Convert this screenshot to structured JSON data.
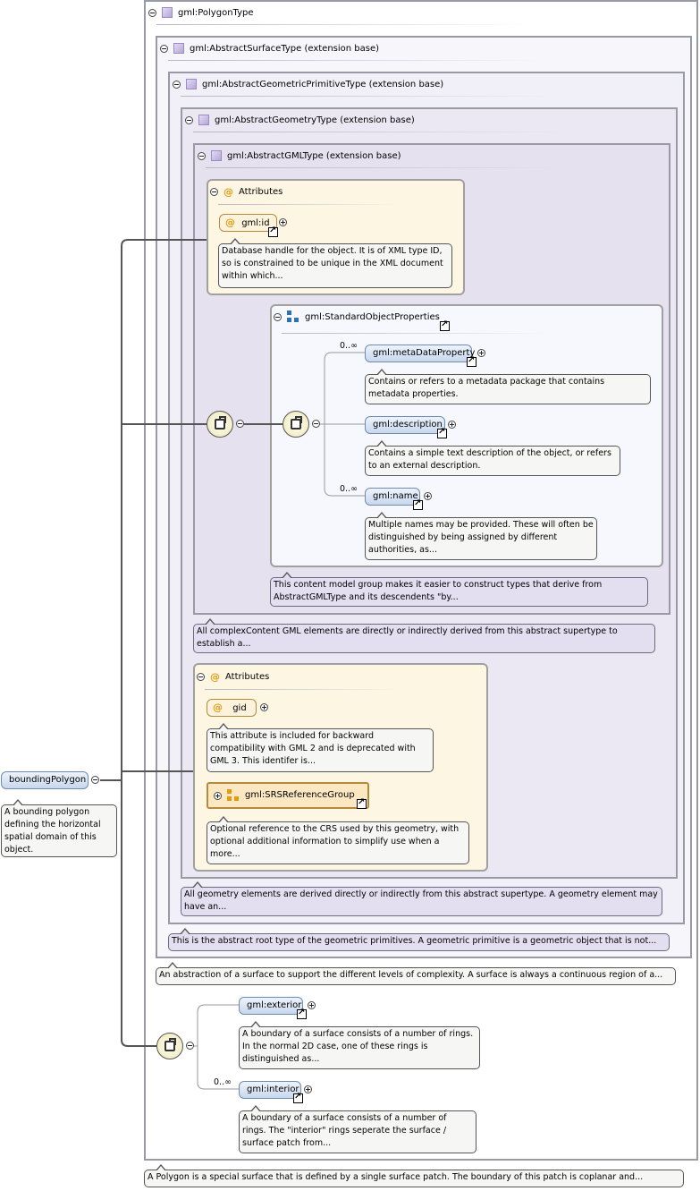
{
  "root_element": {
    "name": "boundingPolygon",
    "description": "A bounding polygon defining the horizontal spatial domain of this object."
  },
  "types": {
    "polygon": "gml:PolygonType",
    "abstract_surface": "gml:AbstractSurfaceType (extension base)",
    "abstract_geometric_primitive": "gml:AbstractGeometricPrimitiveType (extension base)",
    "abstract_geometry": "gml:AbstractGeometryType (extension base)",
    "abstract_gml": "gml:AbstractGMLType (extension base)"
  },
  "gml_attributes": {
    "header": "Attributes",
    "id": {
      "name": "gml:id",
      "description": "Database handle for the object. It is of XML type ID, so is constrained to be unique in the XML document within which..."
    }
  },
  "standard_object_properties": {
    "name": "gml:StandardObjectProperties",
    "description": "This content model group makes it easier to construct types that derive from AbstractGMLType and its descendents \"by...",
    "children": [
      {
        "name": "gml:metaDataProperty",
        "occurs": "0..∞",
        "description": "Contains or refers to a metadata package that contains metadata properties."
      },
      {
        "name": "gml:description",
        "occurs": "",
        "description": "Contains a simple text description of the object, or refers to an external description."
      },
      {
        "name": "gml:name",
        "occurs": "0..∞",
        "description": "Multiple names may be provided. These will often be distinguished by being assigned by different authorities, as..."
      }
    ]
  },
  "abstract_gml_description": "All complexContent GML elements are directly or indirectly derived from this abstract supertype to establish a...",
  "geometry_attributes": {
    "header": "Attributes",
    "gid": {
      "name": "gid",
      "description": "This attribute is included for backward compatibility with GML 2 and is deprecated with GML 3. This identifer is..."
    },
    "srs_group": {
      "name": "gml:SRSReferenceGroup",
      "description": "Optional reference to the CRS used by this geometry, with optional additional information to simplify use when a more..."
    }
  },
  "abstract_geometry_description": "All geometry elements are derived directly or indirectly from this abstract supertype. A geometry element may have an...",
  "abstract_primitive_description": "This is the abstract root type of the geometric primitives. A geometric primitive is a geometric object that is not...",
  "abstract_surface_description": "An abstraction of a surface to support the different levels of complexity. A surface is always a continuous region of a...",
  "polygon_children": [
    {
      "name": "gml:exterior",
      "occurs": "",
      "description": "A boundary of a surface consists of a number of rings. In the normal 2D case, one of these rings is distinguished as..."
    },
    {
      "name": "gml:interior",
      "occurs": "0..∞",
      "description": "A boundary of a surface consists of a number of rings. The \"interior\" rings seperate the surface / surface patch from..."
    }
  ],
  "polygon_description": "A Polygon is a special surface that is defined by a single surface patch. The boundary of this patch is coplanar and...",
  "colors": {
    "pane_border": "#9a9aa6",
    "element_fill": "#c9d7ec",
    "attribute_fill": "#fdf3dc",
    "attribute_pane_fill": "#fdf6e3",
    "group_pane_fill": "#f7f8fd"
  }
}
